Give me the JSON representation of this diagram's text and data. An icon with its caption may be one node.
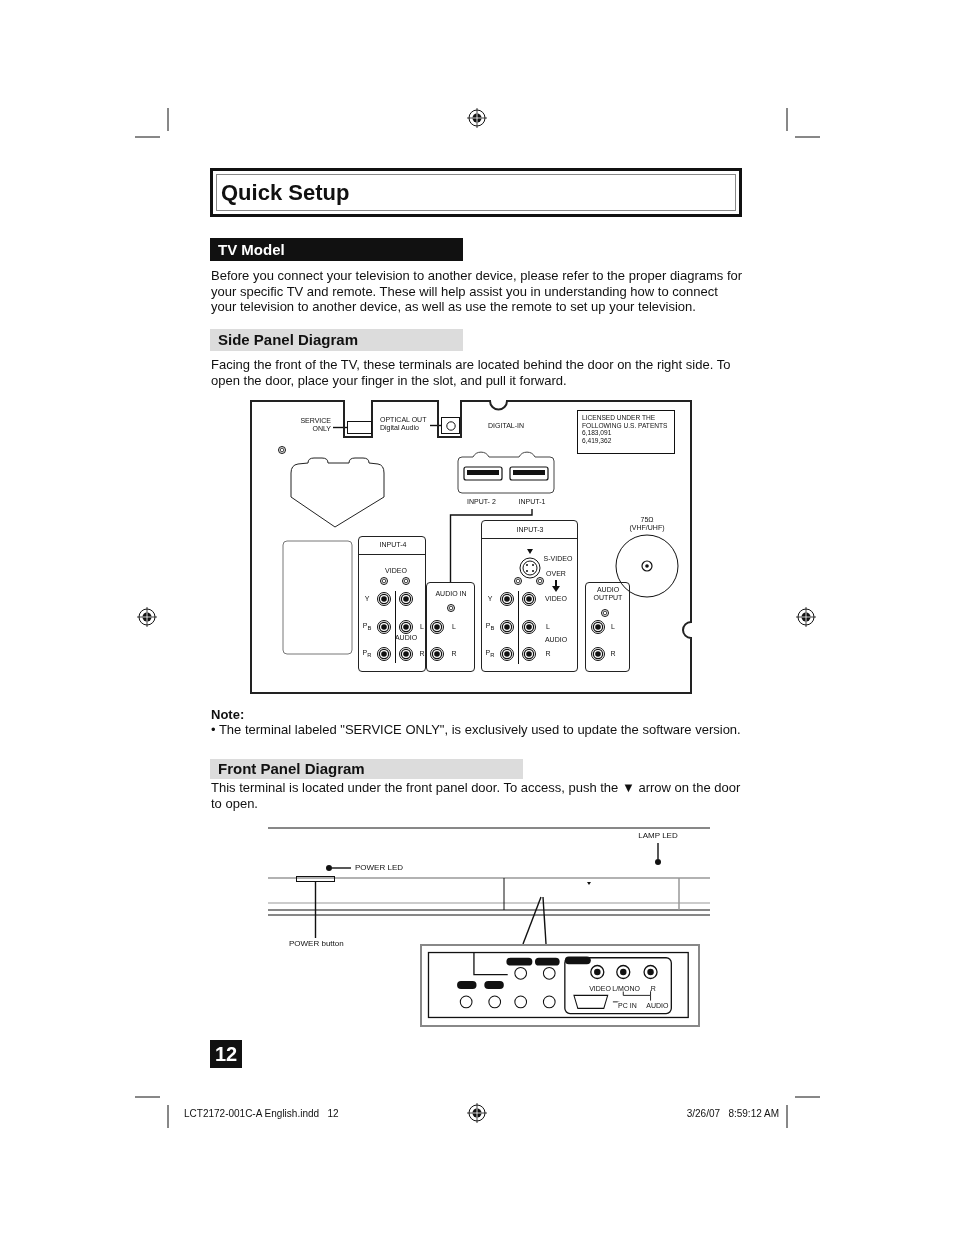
{
  "diagram": {
    "title": "Quick Setup",
    "nodes": [
      {
        "text": [],
        "shape": "box"
      },
      {
        "text": [
          "TV Model"
        ]
      },
      {
        "text": [
          "Side Panel Diagram"
        ]
      },
      {
        "text": [],
        "shape": "box"
      },
      {
        "text": [
          "SERVICE ONLY"
        ],
        "in": 3
      },
      {
        "text": [],
        "shape": "box",
        "in": 3
      },
      {
        "text": [
          "OPTICAL OUT",
          "Digital Audio"
        ],
        "in": 3
      },
      {
        "text": [],
        "shape": "box",
        "in": 3
      },
      {
        "text": [
          "LICENSED UNDER THE FOLLOWING U.S. PATENTS",
          "6,183,091",
          "6,419,362"
        ],
        "in": 3
      },
      {
        "text": [
          "INPUT-1"
        ],
        "in": 3
      },
      {
        "text": [
          "INPUT-4",
          "VIDEO",
          "Y",
          "P$_{B}$",
          "L",
          "AUDIO",
          "P$_{R}$",
          "R"
        ],
        "in": 3
      },
      {
        "text": [
          "AUDIO IN",
          "L",
          "R"
        ],
        "in": 3
      },
      {
        "text": [
          "INPUT-3",
          "S-VIDEO",
          "OVER",
          "Y",
          "VIDEO",
          "P$_{B}$",
          "L",
          "AUDIO",
          "P$_{R}$",
          "R"
        ],
        "in": 3
      },
      {
        "text": [
          "AUDIO OUTPUT",
          "L",
          "R"
        ],
        "in": 3
      },
      {
        "text": [
          "Front Panel Diagram"
        ]
      },
      {
        "text": [
          "LAMP LED"
        ]
      },
      {
        "text": [],
        "shape": "circle"
      },
      {
        "text": [
          "POWER LED"
        ]
      },
      {
        "text": [],
        "shape": "circle"
      },
      {
        "text": [],
        "shape": "box"
      },
      {
        "text": [
          "POWER button"
        ]
      },
      {
        "text": [
          "VIDEO",
          "L/MONO",
          "R",
          "PC IN",
          "AUDIO"
        ]
      },
      {
        "text": [
          "12"
        ]
      }
    ],
    "edges": [
      {
        "from": 4,
        "to": 5,
        "arrow": "none"
      },
      {
        "from": 6,
        "to": 7,
        "arrow": "none"
      },
      {
        "from": 9,
        "to": 11,
        "arrow": "none"
      },
      {
        "from": 15,
        "to": 16,
        "arrow": "none"
      },
      {
        "from": 17,
        "to": 18,
        "arrow": "none"
      },
      {
        "from": 20,
        "to": 19,
        "arrow": "none"
      },
      {
        "from": null,
        "to": 21,
        "arrow": "none"
      },
      {
        "from": null,
        "to": 21,
        "arrow": "none"
      }
    ],
    "labels": [
      "Before you connect your television to another device, please refer to the proper diagrams for your specific TV and remote. These will help assist you in understanding how to connect your television to another device, as well as use the remote to set up your television.",
      "Facing the front of the TV, these terminals are located behind the door on the right side.  To open the door, place your finger in the slot, and pull it forward.",
      "Note:",
      "•  The terminal labeled \"SERVICE ONLY\", is exclusively used to update the software version.",
      "This terminal is located under the front panel door.  To access, push the ▼ arrow on the door to open.",
      "DIGITAL-IN",
      "75Ω (VHF/UHF)",
      "INPUT- 2",
      "LCT2172-001C-A English.indd   12",
      "3/26/07   8:59:12 AM"
    ]
  }
}
